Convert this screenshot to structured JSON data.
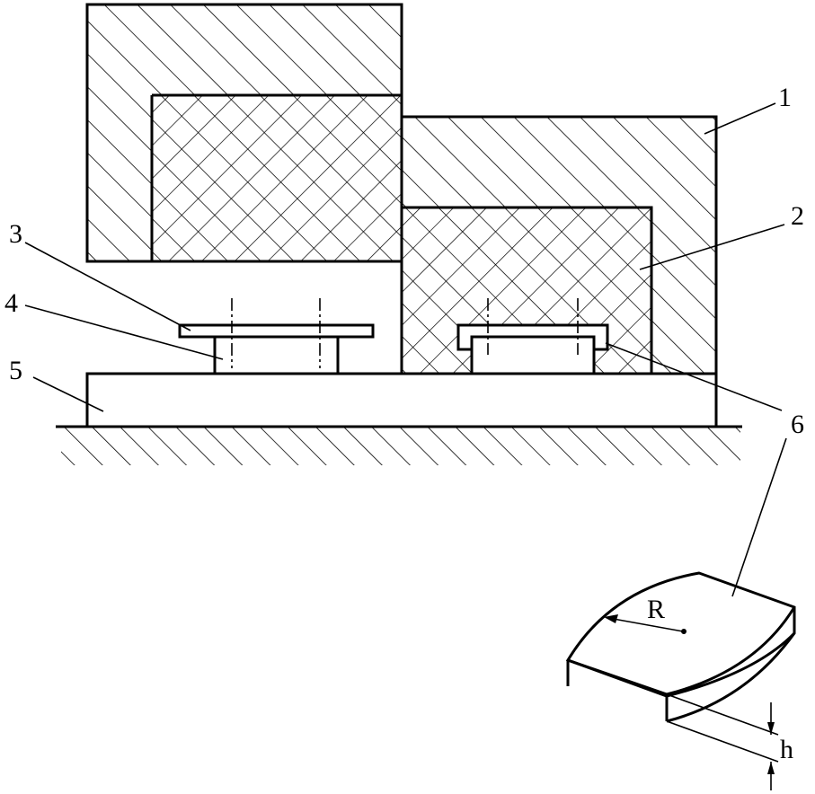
{
  "labels": {
    "l1": "1",
    "l2": "2",
    "l3": "3",
    "l4": "4",
    "l5": "5",
    "l6": "6",
    "radius": "R",
    "height": "h"
  },
  "colors": {
    "line": "#000000",
    "background": "#ffffff"
  }
}
